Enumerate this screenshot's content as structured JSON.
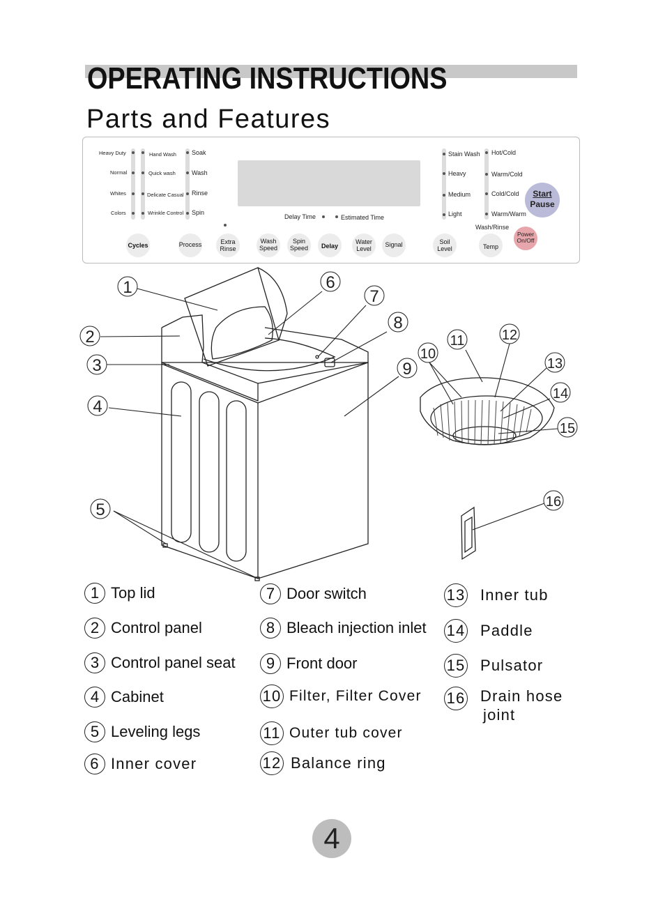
{
  "header": {
    "title": "OPERATING INSTRUCTIONS",
    "subtitle": "Parts and Features"
  },
  "panel": {
    "cycles_col": [
      "Heavy Duty",
      "Normal",
      "Whites",
      "Colors"
    ],
    "process_col": [
      "Hand Wash",
      "Quick wash",
      "Delicate Casual",
      "Wrinkle Control"
    ],
    "step_col": [
      "Soak",
      "Wash",
      "Rinse",
      "Spin"
    ],
    "soil_col": [
      "Stain Wash",
      "Heavy",
      "Medium",
      "Light"
    ],
    "temp_col": [
      "Hot/Cold",
      "Warm/Cold",
      "Cold/Cold",
      "Warm/Warm"
    ],
    "delay_time": "Delay  Time",
    "estimated_time": "Estimated  Time",
    "wash_rinse": "Wash/Rinse",
    "start": "Start",
    "pause": "Pause",
    "power": "Power",
    "on_off": "On/Off",
    "buttons": {
      "cycles": "Cycles",
      "process": "Process",
      "extra_rinse_1": "Extra",
      "extra_rinse_2": "Rinse",
      "wash_speed_1": "Wash",
      "wash_speed_2": "Speed",
      "spin_speed_1": "Spin",
      "spin_speed_2": "Speed",
      "delay": "Delay",
      "water_level_1": "Water",
      "water_level_2": "Level",
      "signal": "Signal",
      "soil_level_1": "Soil",
      "soil_level_2": "Level",
      "temp": "Temp"
    }
  },
  "callouts": [
    "1",
    "2",
    "3",
    "4",
    "5",
    "6",
    "7",
    "8",
    "9",
    "10",
    "11",
    "12",
    "13",
    "14",
    "15",
    "16"
  ],
  "legend": [
    {
      "num": "1",
      "label": "Top lid"
    },
    {
      "num": "2",
      "label": "Control panel"
    },
    {
      "num": "3",
      "label": "Control panel seat"
    },
    {
      "num": "4",
      "label": "Cabinet"
    },
    {
      "num": "5",
      "label": "Leveling legs"
    },
    {
      "num": "6",
      "label": "Inner cover"
    },
    {
      "num": "7",
      "label": "Door switch"
    },
    {
      "num": "8",
      "label": "Bleach injection inlet"
    },
    {
      "num": "9",
      "label": "Front door"
    },
    {
      "num": "10",
      "label": "Filter, Filter Cover"
    },
    {
      "num": "11",
      "label": "Outer  tub cover"
    },
    {
      "num": "12",
      "label": "Balance ring"
    },
    {
      "num": "13",
      "label": "Inner  tub"
    },
    {
      "num": "14",
      "label": "Paddle"
    },
    {
      "num": "15",
      "label": "Pulsator"
    },
    {
      "num": "16",
      "label_1": "Drain hose",
      "label_2": "joint"
    }
  ],
  "page_number": "4"
}
